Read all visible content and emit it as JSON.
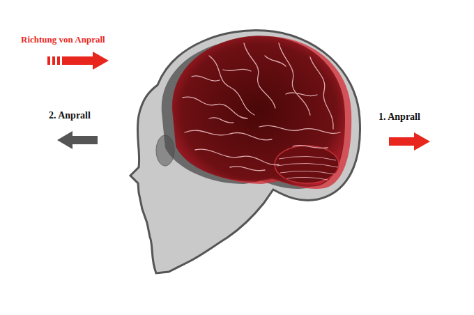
{
  "diagram": {
    "labels": [
      "Richtung von Anprall",
      "2. Anprall",
      "1. Anprall"
    ]
  }
}
